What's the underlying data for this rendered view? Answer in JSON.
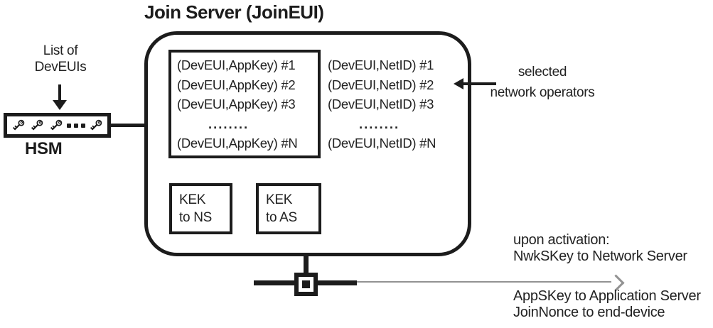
{
  "colors": {
    "ink": "#1c1c1c",
    "text": "#222222",
    "gray_arrow": "#929292"
  },
  "title": "Join Server (JoinEUI)",
  "hsm": {
    "caption_line1": "List of",
    "caption_line2": "DevEUIs",
    "label": "HSM",
    "icon": "key-icon"
  },
  "lists": {
    "appkey": [
      "(DevEUI,AppKey) #1",
      "(DevEUI,AppKey) #2",
      "(DevEUI,AppKey) #3",
      "........",
      "(DevEUI,AppKey) #N"
    ],
    "netid": [
      "(DevEUI,NetID) #1",
      "(DevEUI,NetID) #2",
      "(DevEUI,NetID) #3",
      "........",
      "(DevEUI,NetID) #N"
    ]
  },
  "kek_ns": {
    "line1": "KEK",
    "line2": "to NS"
  },
  "kek_as": {
    "line1": "KEK",
    "line2": "to AS"
  },
  "annotations": {
    "selected_line1": "selected",
    "selected_line2": "network operators",
    "upon_activation": "upon activation:",
    "nwkskey": "NwkSKey to Network Server",
    "appskey": "AppSKey to Application Server",
    "joinnonce": "JoinNonce to end-device"
  }
}
